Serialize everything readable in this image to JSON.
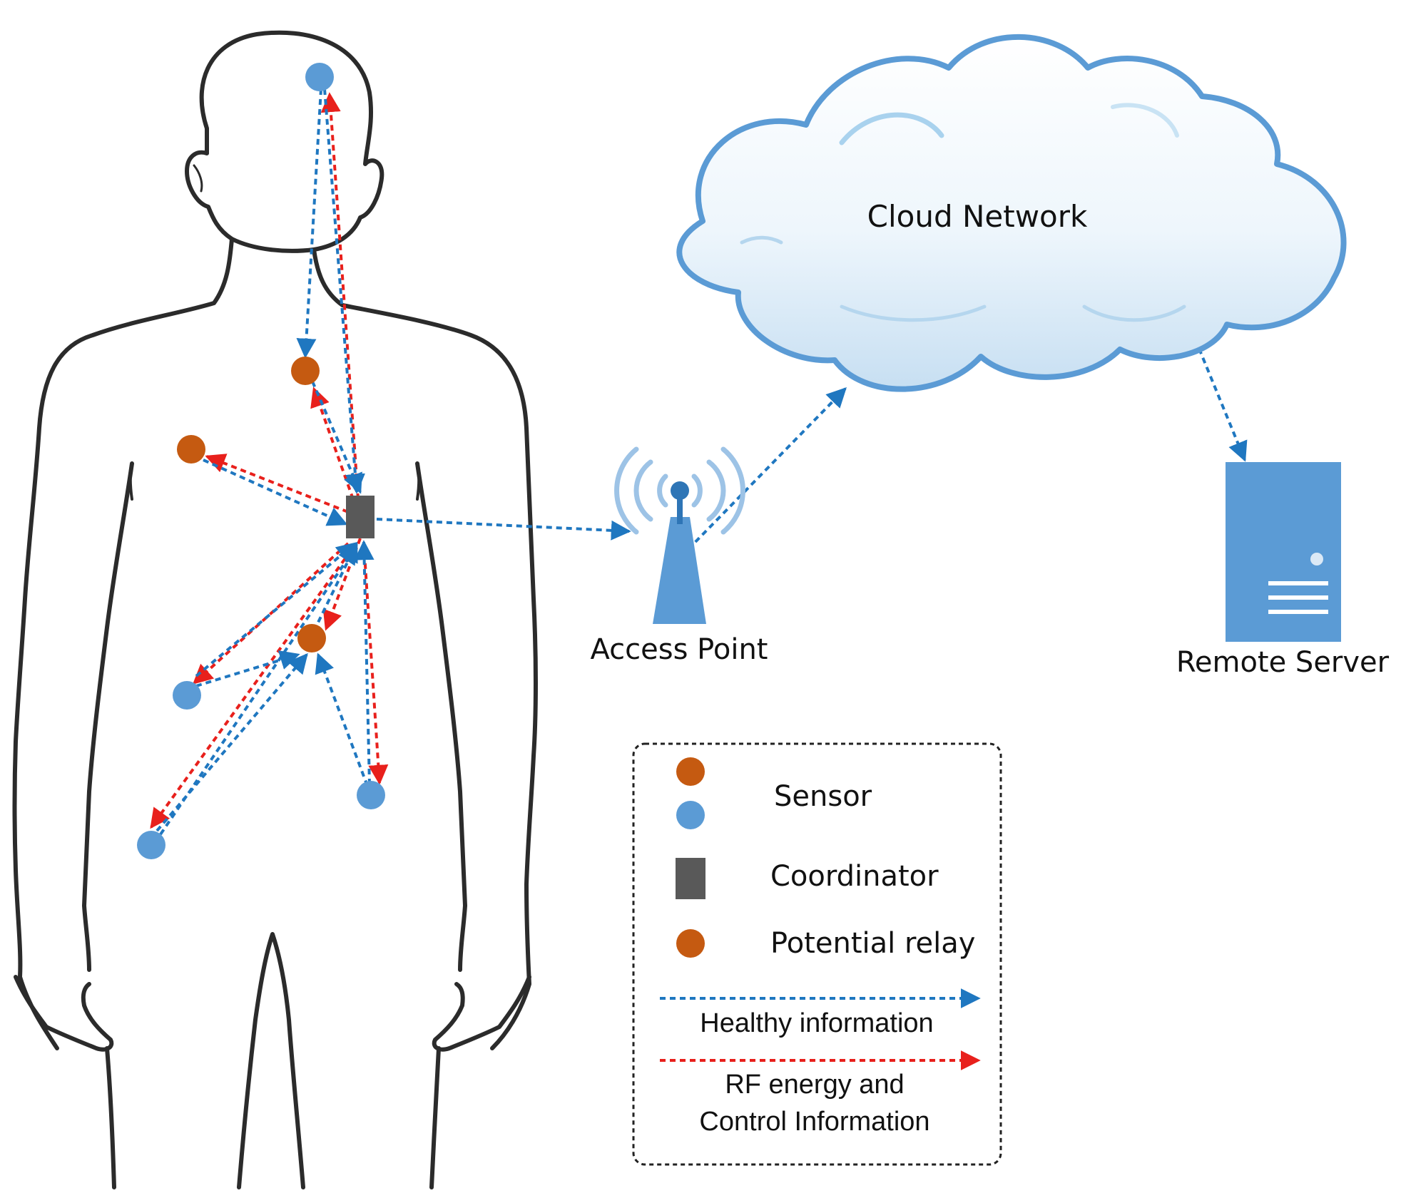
{
  "colors": {
    "body_outline": "#2b2b2b",
    "sensor_blue": "#5b9bd5",
    "relay_orange": "#c55a11",
    "coordinator": "#595959",
    "healthy_arrow": "#1f77c0",
    "rf_arrow": "#e8201c",
    "cloud_stroke": "#5b9bd5",
    "cloud_fill": "#eaf4fb",
    "server_fill": "#5b9bd5",
    "access_point": "#5b9bd5"
  },
  "labels": {
    "cloud": "Cloud Network",
    "access_point": "Access Point",
    "remote_server": "Remote Server"
  },
  "legend": {
    "sensor": "Sensor",
    "coordinator": "Coordinator",
    "relay": "Potential relay",
    "healthy": "Healthy information",
    "rf_line1": "RF energy and",
    "rf_line2": "Control Information"
  },
  "icons": {
    "cloud": "cloud-icon",
    "access_point": "antenna-tower-icon",
    "server": "server-icon",
    "human": "human-body-outline"
  }
}
